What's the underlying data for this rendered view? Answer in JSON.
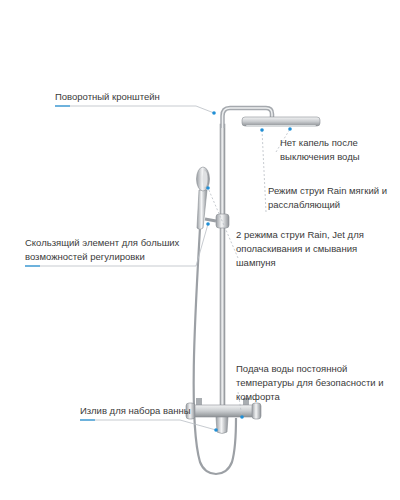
{
  "diagram": {
    "labels": [
      "Поворотный кронштейн",
      "Нет капель после выключения воды",
      "Режим струи Rain мягкий и расслабляющий",
      "Скользящий элемент для больших возможностей регулировки",
      "2 режима струи Rain, Jet для ополаскивания и смывания шампуня",
      "Излив для набора ванны",
      "Подача воды постоянной температуры для безопасности и комфорта"
    ]
  }
}
